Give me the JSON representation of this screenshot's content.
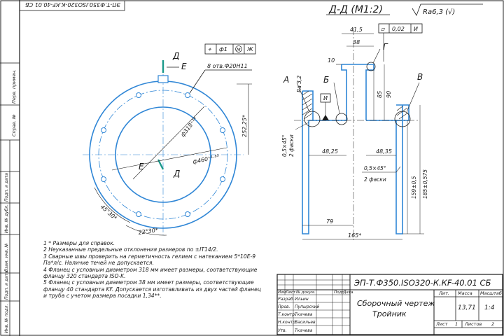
{
  "colors": {
    "line": "#1a1a1a",
    "accent": "#2f86d6",
    "weld": "#222222"
  },
  "sheet": {
    "stamp_top": "ЭП-Т.Ф350.ISO320-К.КF-40.01 СБ",
    "side_labels": [
      "Перв. примен.",
      "Справ. №",
      "Подп. и дата",
      "Инв. № дубл.",
      "Взам. инв. №",
      "Подп. и дата",
      "Инв. № подл."
    ]
  },
  "plan_view": {
    "hole_callout": "8 отв.Ф20Н11",
    "tolerance_frame": [
      "ф1",
      "М",
      "Ж"
    ],
    "section_letter": "Д",
    "view_letter": "Е",
    "dim_inner": "ф318⁺¹⁴",
    "dim_outer": "ф460⁺¹·⁸⁵",
    "dim_radius": "252,25*",
    "angle_1": "45°30*",
    "angle_2": "22°30*"
  },
  "section_view": {
    "title": "Д-Д (М1:2)",
    "roughness": "Ra6,3 (√)",
    "flatness_frame": [
      "▱",
      "0,02",
      "И"
    ],
    "dims": {
      "d415": "41,5",
      "d38": "38",
      "d10": "10",
      "d85": "85",
      "d90": "90",
      "ra32": "Ra 3,2",
      "chamfer_left": "0,5×45°",
      "chamfer_left_note": "2 фаски",
      "d4825": "48,25",
      "d4835": "48,35",
      "chamfer_bottom": "0,5×45°",
      "chamfer_bottom_note": "2 фаски",
      "d1595": "159±0,5",
      "d185": "185±0,575",
      "d79": "79",
      "d165": "165*"
    },
    "markers": {
      "A": "А",
      "B": "Б",
      "V": "В",
      "G": "Г",
      "I": "И"
    }
  },
  "notes": [
    "1 * Размеры для справок.",
    "2 Неуказанные предельные отклонения размеров по ±IT14/2.",
    "3 Сварные швы проверить на герметичность гелием с натеканием 5*10Е-9 Па*л/с. Наличие течей не допускается.",
    "4 Фланец с условным диаметром 318 мм имеет размеры, соответствующие фланцу 320 стандарта ISO-K.",
    "5 Фланец с условным диаметром 38 мм имеет размеры, соответствующие фланцу 40 стандарта KF. Допускается изготавливать из двух частей фланец и труба с учетом размера посадки 1,34**."
  ],
  "title_block": {
    "code": "ЭП-Т.Ф350.ISO320-К.КF-40.01 СБ",
    "name_line1": "Сборочный чертеж",
    "name_line2": "Тройник",
    "head_cols": [
      "Изм",
      "Лист",
      "№ докум.",
      "Подп.",
      "Дата"
    ],
    "roles": [
      "Разраб.",
      "Пров.",
      "Т.контр.",
      "Н.контр.",
      "Утв."
    ],
    "names": [
      "Ильин",
      "Пупырский",
      "Ткачева",
      "Васильев",
      "Ткачева"
    ],
    "lit_label": "Лит.",
    "mass_label": "Масса",
    "scale_label": "Масштаб",
    "mass": "13,71",
    "scale": "1:4",
    "sheet_label": "Лист",
    "sheet_no": "1",
    "sheets_label": "Листов",
    "sheets_no": "2"
  }
}
